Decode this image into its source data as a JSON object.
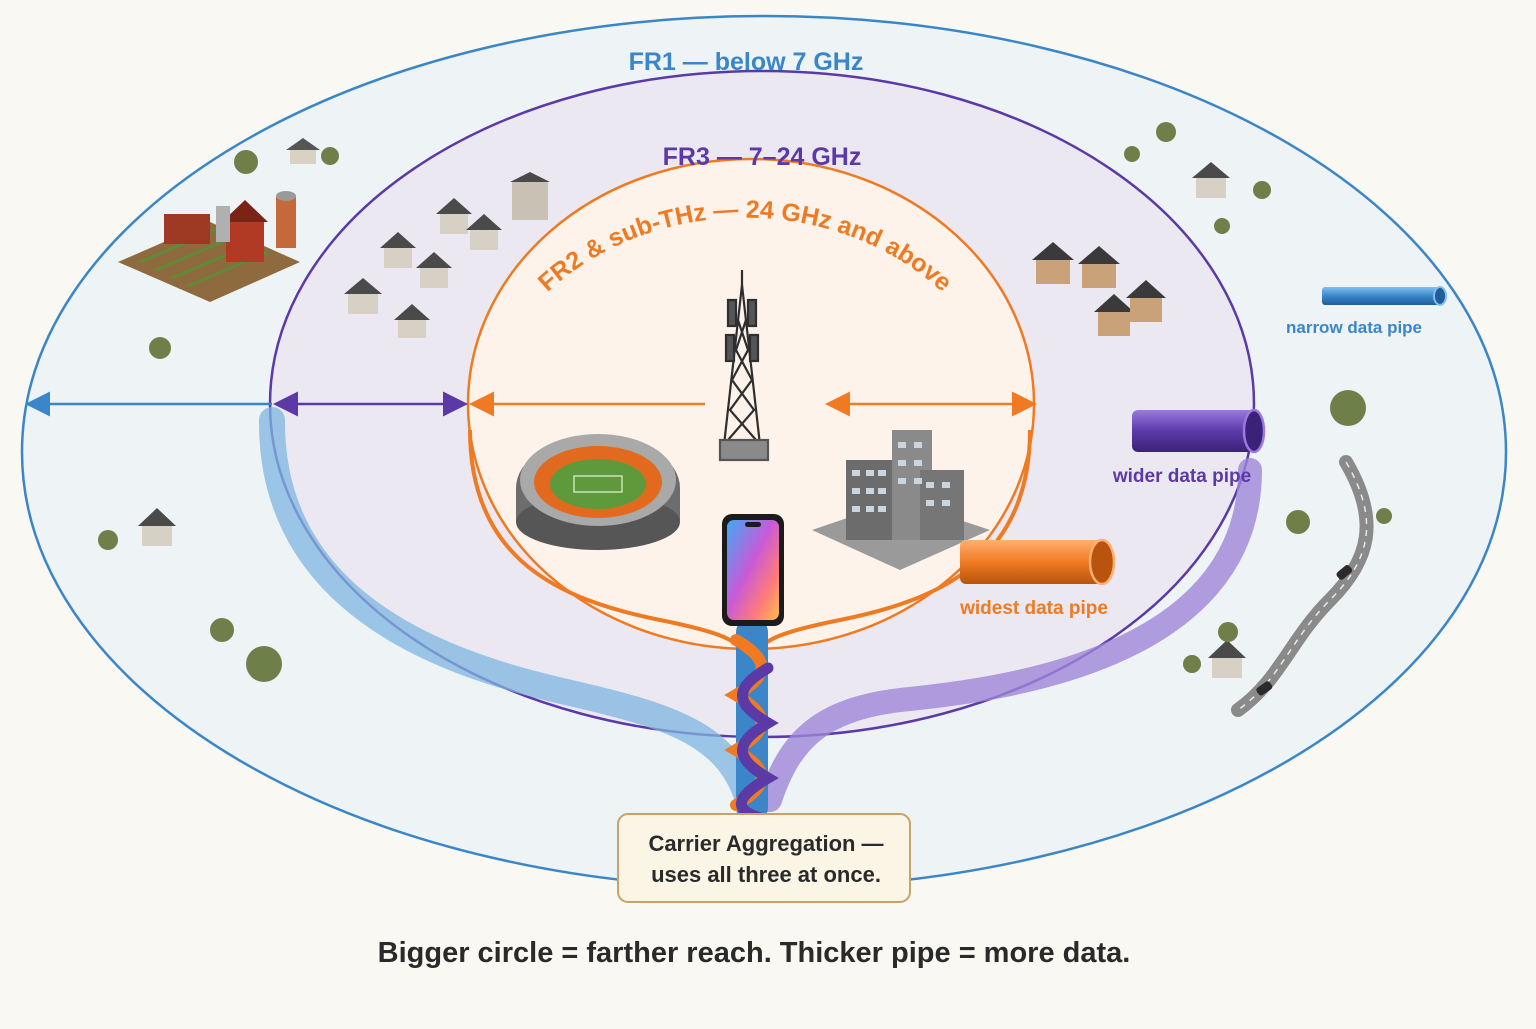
{
  "colors": {
    "background": "#faf8f3",
    "fr1": "#3a86c8",
    "fr3": "#5b3aa8",
    "fr2": "#ef7a22",
    "fr1_fill": "#eef3f6",
    "fr3_fill": "#ece8f1",
    "fr2_fill": "#fdf3ea",
    "caption_text": "#2a2a2a",
    "callout_border": "#c8a26a",
    "callout_fill": "#fbf5e6"
  },
  "bands": {
    "fr1": {
      "label": "FR1 — below 7 GHz"
    },
    "fr3": {
      "label": "FR3 — 7–24 GHz"
    },
    "fr2": {
      "label": "FR2 & sub-THz — 24 GHz and above"
    }
  },
  "pipes": {
    "narrow": {
      "label": "narrow data pipe"
    },
    "wider": {
      "label": "wider data pipe"
    },
    "widest": {
      "label": "widest data pipe"
    }
  },
  "callout": {
    "line1": "Carrier Aggregation —",
    "line2": "uses all three at once."
  },
  "caption": "Bigger circle = farther reach. Thicker pipe = more data.",
  "icons": [
    "cell-tower-icon",
    "stadium-icon",
    "office-buildings-icon",
    "smartphone-icon",
    "farm-icon",
    "house-icon",
    "tree-icon",
    "road-icon",
    "car-icon"
  ]
}
